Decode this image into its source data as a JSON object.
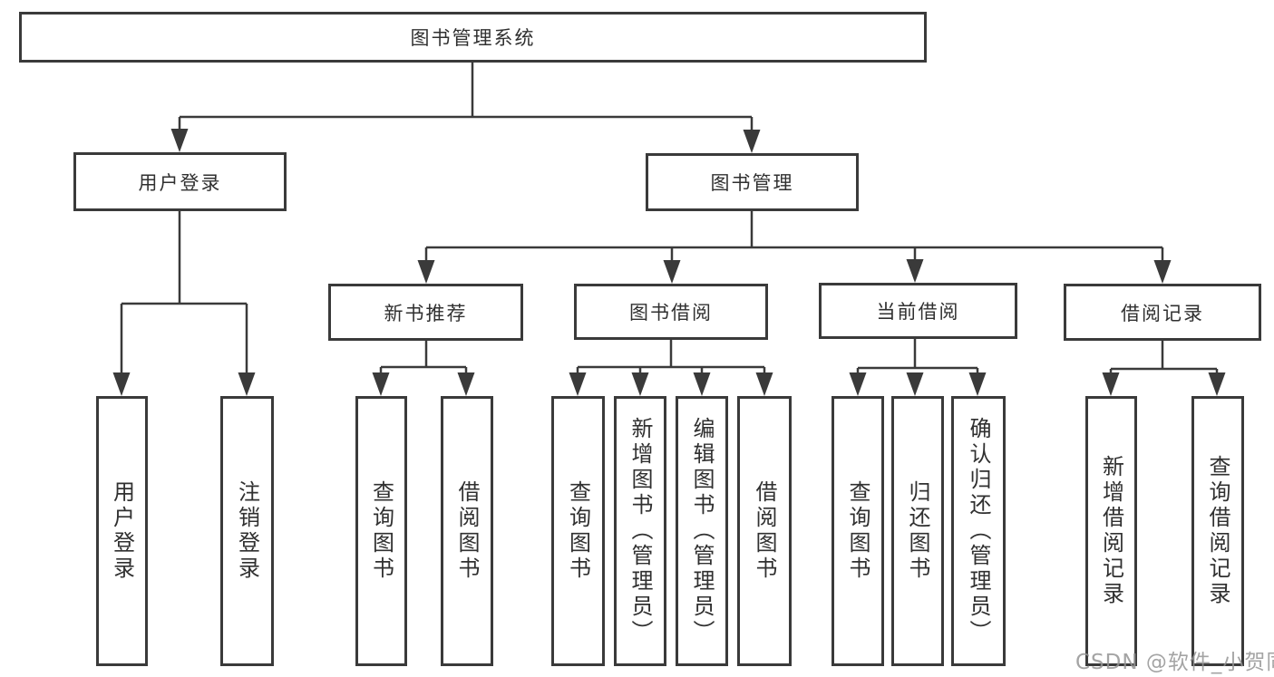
{
  "title": "图书管理系统",
  "watermark": "CSDN @软件_小贺同学",
  "colors": {
    "line": "#3a3a3a",
    "text": "#303030",
    "background": "#ffffff",
    "watermark": "#949494"
  },
  "branches": {
    "login": {
      "label": "用户登录",
      "children": [
        {
          "label": "用户登录"
        },
        {
          "label": "注销登录"
        }
      ]
    },
    "management": {
      "label": "图书管理",
      "groups": [
        {
          "label": "新书推荐",
          "children": [
            {
              "label": "查询图书"
            },
            {
              "label": "借阅图书"
            }
          ]
        },
        {
          "label": "图书借阅",
          "children": [
            {
              "label": "查询图书"
            },
            {
              "label": "新增图书（管理员）"
            },
            {
              "label": "编辑图书（管理员）"
            },
            {
              "label": "借阅图书"
            }
          ]
        },
        {
          "label": "当前借阅",
          "children": [
            {
              "label": "查询图书"
            },
            {
              "label": "归还图书"
            },
            {
              "label": "确认归还（管理员）"
            }
          ]
        },
        {
          "label": "借阅记录",
          "children": [
            {
              "label": "新增借阅记录"
            },
            {
              "label": "查询借阅记录"
            }
          ]
        }
      ]
    }
  }
}
